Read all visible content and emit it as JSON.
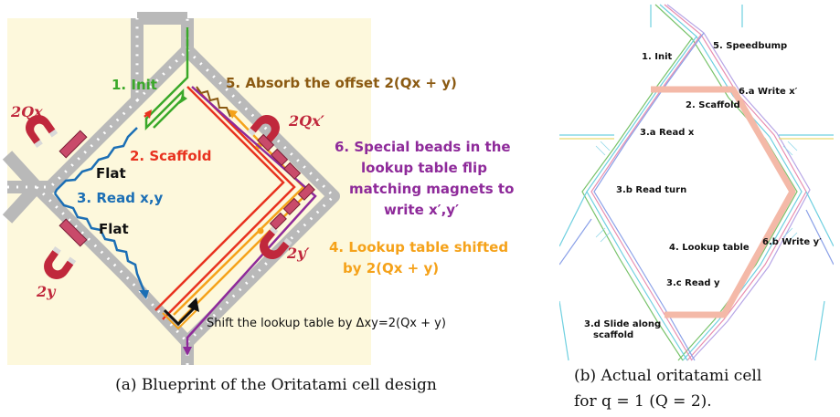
{
  "figure_a": {
    "labels": {
      "init": "1. Init",
      "scaffold": "2. Scaffold",
      "read_xy": "3. Read x,y",
      "flat_top": "Flat",
      "flat_bottom": "Flat",
      "lookup_shift_line1": "4. Lookup table shifted",
      "lookup_shift_line2": "by 2(Qx + y)",
      "absorb": "5. Absorb the offset 2(Qx + y)",
      "special_line1": "6. Special beads in the",
      "special_line2": "lookup table flip",
      "special_line3": "matching magnets to",
      "special_line4": "write x′,y′",
      "shift_note": "Shift the lookup table by Δxy=2(Qx + y)"
    },
    "magnet_labels": {
      "m_2qx": "2Qx",
      "m_2y": "2y",
      "m_2qx_prime": "2Qx′",
      "m_2y_prime": "2y′"
    },
    "colors": {
      "init": "#3aa829",
      "scaffold": "#e8321f",
      "read": "#1c6fb5",
      "lookup": "#f5a21a",
      "absorb": "#8b5a12",
      "special": "#8e2a9a",
      "magnet": "#c0283c",
      "background": "#fdf8dc"
    }
  },
  "figure_b": {
    "labels": {
      "init": "1. Init",
      "speedbump": "5. Speedbump",
      "write_x": "6.a Write x′",
      "scaffold": "2. Scaffold",
      "read_x": "3.a Read x",
      "read_turn": "3.b Read turn",
      "lookup": "4. Lookup table",
      "write_y": "6.b Write y′",
      "read_y": "3.c Read y",
      "slide_line1": "3.d Slide along",
      "slide_line2": "scaffold"
    }
  },
  "captions": {
    "a": "(a) Blueprint of the Oritatami cell design",
    "b_line1": "(b)  Actual  oritatami  cell",
    "b_line2": "for q = 1 (Q = 2)."
  }
}
